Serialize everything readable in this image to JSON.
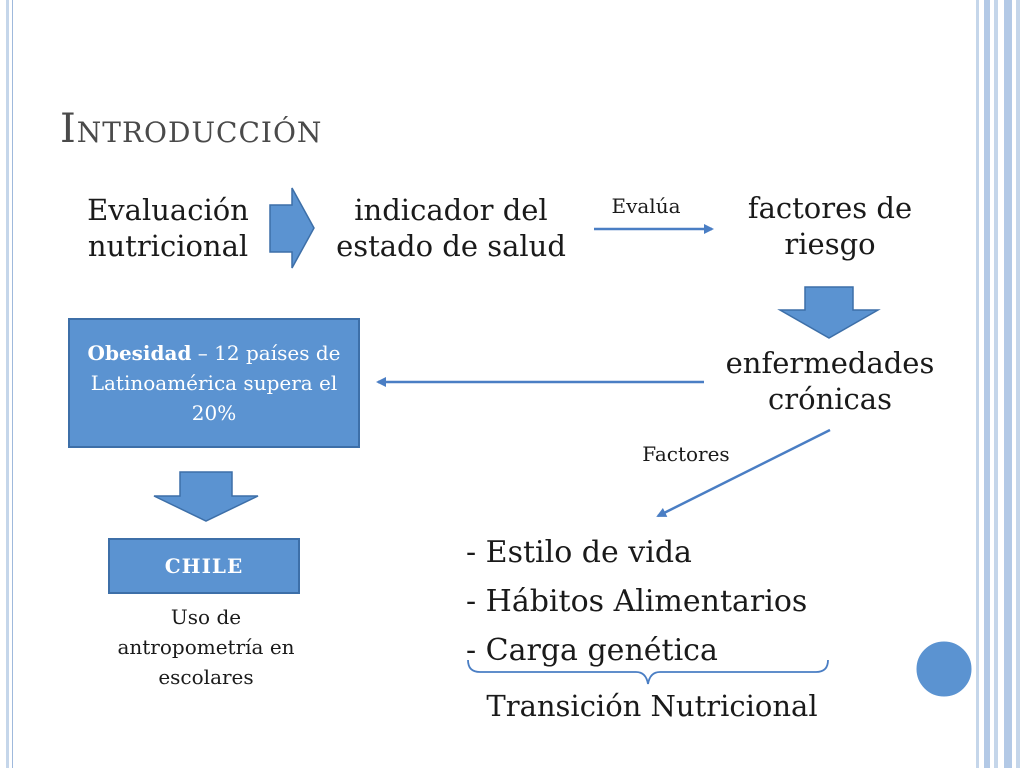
{
  "title": "Introducción",
  "nodes": {
    "evaluacion": [
      "Evaluación",
      "nutricional"
    ],
    "indicador": [
      "indicador del",
      "estado de salud"
    ],
    "factores_riesgo": [
      "factores de",
      "riesgo"
    ],
    "enfermedades": [
      "enfermedades",
      "crónicas"
    ]
  },
  "arrow_labels": {
    "evalua": "Evalúa",
    "factores": "Factores"
  },
  "obesidad_box": {
    "bold": "Obesidad",
    "rest": " – 12 países de Latinoamérica supera el 20%"
  },
  "chile_box": "CHILE",
  "chile_note": [
    "Uso de",
    "antropometría en",
    "escolares"
  ],
  "factors_list": [
    "- Estilo de vida",
    "- Hábitos Alimentarios",
    "- Carga genética"
  ],
  "brace_label": "Transición Nutricional",
  "colors": {
    "accent_fill": "#5b93d1",
    "accent_border": "#3d6fa8",
    "arrow_line": "#4a7ec4",
    "decor_stripe": "#c5d6ea"
  }
}
